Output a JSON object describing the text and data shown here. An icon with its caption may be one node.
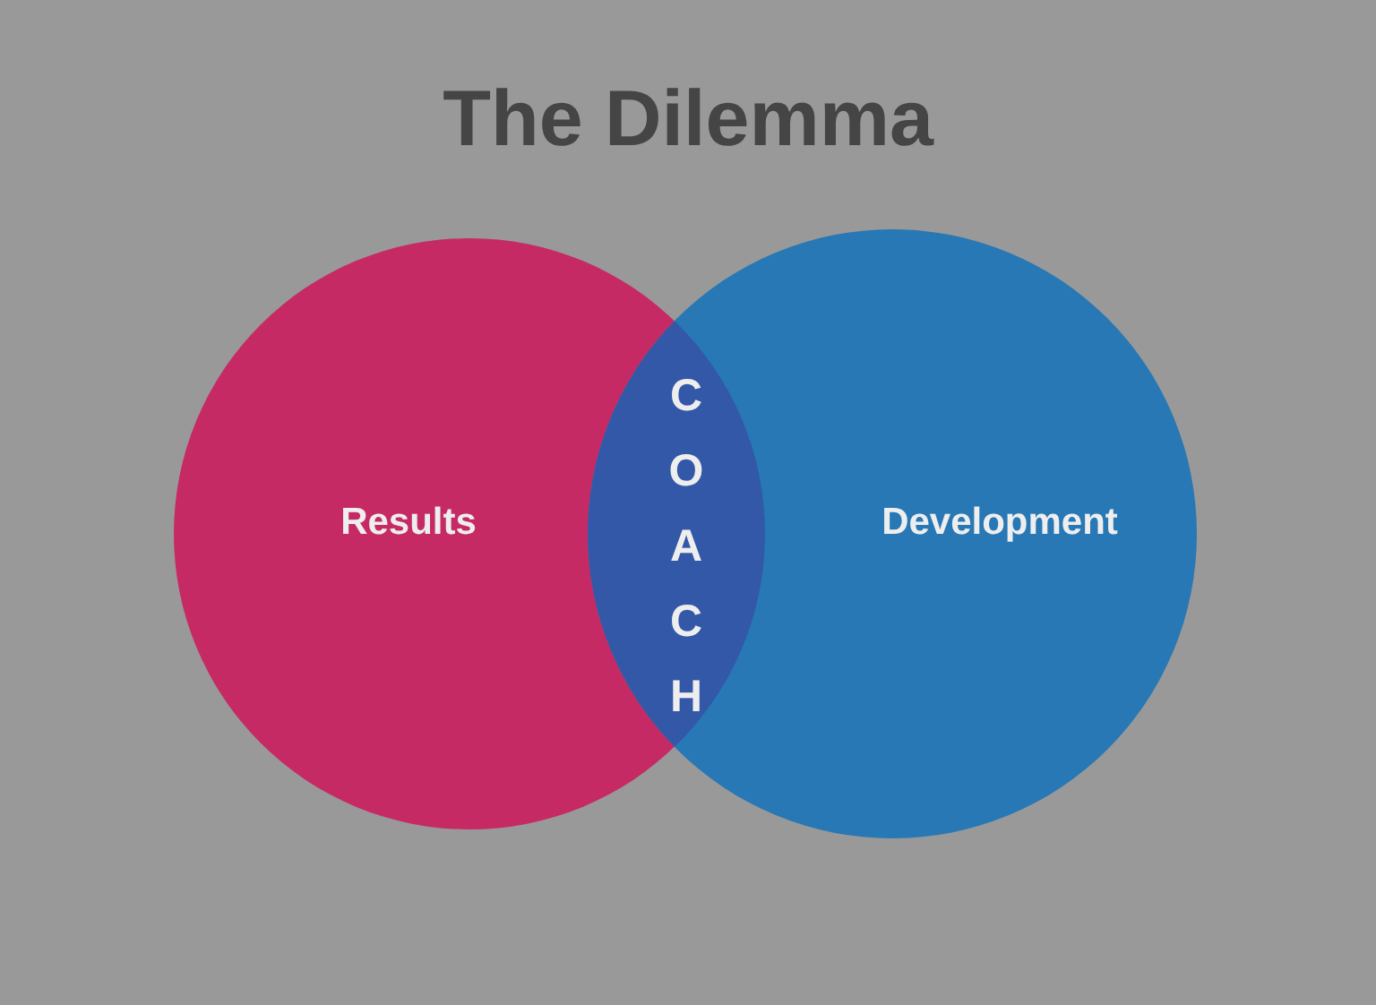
{
  "diagram": {
    "title": "The Dilemma",
    "nodes": [
      {
        "text": [
          "Results"
        ]
      },
      {
        "text": [
          "Development"
        ]
      }
    ],
    "edges": [],
    "labels": [
      "COACH"
    ]
  }
}
